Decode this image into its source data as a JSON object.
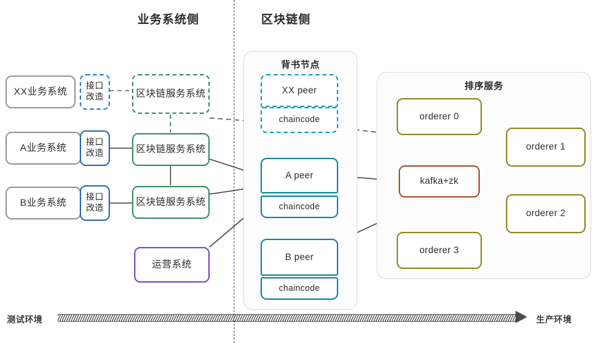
{
  "sections": {
    "business_side": "业务系统侧",
    "blockchain_side": "区块链侧"
  },
  "panels": {
    "endorsing": "背书节点",
    "ordering": "排序服务"
  },
  "business": {
    "systems": [
      {
        "name": "XX业务系统",
        "adapter": "接口\n改造",
        "state": "planned"
      },
      {
        "name": "A业务系统",
        "adapter": "接口\n改造",
        "state": "active"
      },
      {
        "name": "B业务系统",
        "adapter": "接口\n改造",
        "state": "active"
      }
    ],
    "adapter_line1": "接口",
    "adapter_line2": "改造",
    "services": [
      {
        "label": "区块链服务系统",
        "state": "planned"
      },
      {
        "label": "区块链服务系统",
        "state": "active"
      },
      {
        "label": "区块链服务系统",
        "state": "active"
      }
    ],
    "ops_system": "运营系统"
  },
  "blockchain": {
    "peers": [
      {
        "peer": "XX peer",
        "chaincode": "chaincode",
        "state": "planned"
      },
      {
        "peer": "A peer",
        "chaincode": "chaincode",
        "state": "active"
      },
      {
        "peer": "B peer",
        "chaincode": "chaincode",
        "state": "active"
      }
    ]
  },
  "ordering": {
    "broker": "kafka+zk",
    "orderers": [
      "orderer 0",
      "orderer 1",
      "orderer 2",
      "orderer 3"
    ]
  },
  "axis": {
    "left_label": "测试环境",
    "right_label": "生产环境"
  },
  "colors": {
    "gray_border": "#9a9a9a",
    "blue_border": "#2f6fb5",
    "blue_dashed": "#2f7fd0",
    "green_border": "#3c9268",
    "teal_border": "#158a9c",
    "teal_dashed": "#1aa0ab",
    "purple_border": "#7b4fc4",
    "olive_border": "#8f8b22",
    "sienna_border": "#a8512f",
    "panel_border": "#dcdcdc"
  }
}
